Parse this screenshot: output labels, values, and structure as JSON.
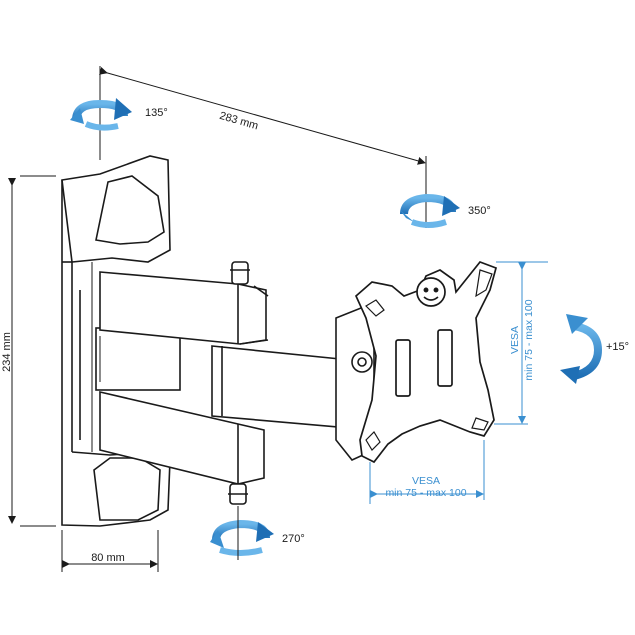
{
  "dimensions": {
    "arm_length": "283 mm",
    "height": "234 mm",
    "depth": "80 mm"
  },
  "vesa_horizontal": {
    "title": "VESA",
    "range": "min 75 - max 100"
  },
  "vesa_vertical": {
    "title": "VESA",
    "range": "min 75 - max 100"
  },
  "rotations": {
    "wall_pivot": "135°",
    "head_pivot": "350°",
    "tilt": "+15°",
    "bottom_pivot": "270°"
  },
  "colors": {
    "accent": "#3a8fd0",
    "accent_dark": "#1f6fb5",
    "line": "#1a1a1a"
  }
}
